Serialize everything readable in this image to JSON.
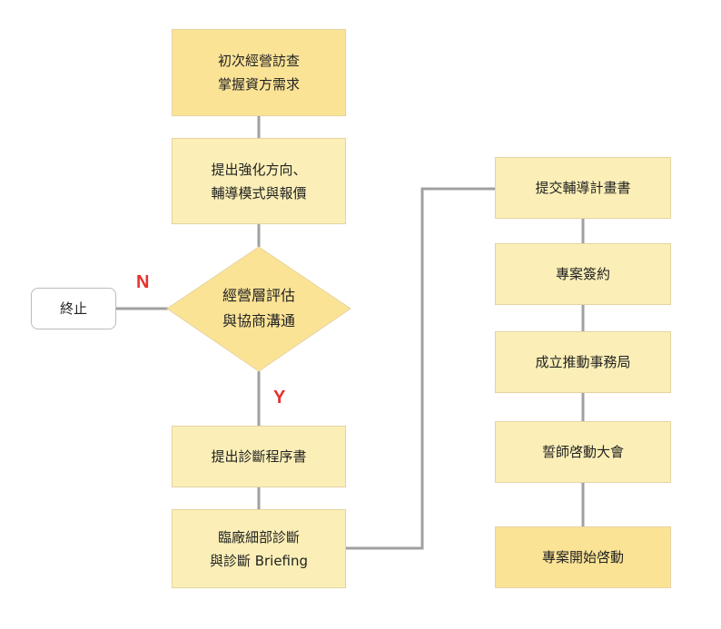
{
  "colors": {
    "box_light": "#fbefb7",
    "box_dark": "#fbe396",
    "connector": "#a0a0a0",
    "branch_label": "#e8302c"
  },
  "left_column": {
    "initial_visit": [
      "初次經營訪查",
      "掌握資方需求"
    ],
    "propose_direction": [
      "提出強化方向、",
      "輔導模式與報價"
    ],
    "decision": [
      "經營層評估",
      "與協商溝通"
    ],
    "diagnosis_proposal": "提出診斷程序書",
    "onsite_diagnosis": [
      "臨廠細部診斷",
      "與診斷 Briefing"
    ]
  },
  "termination": "終止",
  "branches": {
    "no": "N",
    "yes": "Y"
  },
  "right_column": {
    "submit_plan": "提交輔導計畫書",
    "sign_contract": "專案簽約",
    "setup_office": "成立推動事務局",
    "kickoff_meeting": "誓師啓動大會",
    "project_start": "專案開始啓動"
  }
}
